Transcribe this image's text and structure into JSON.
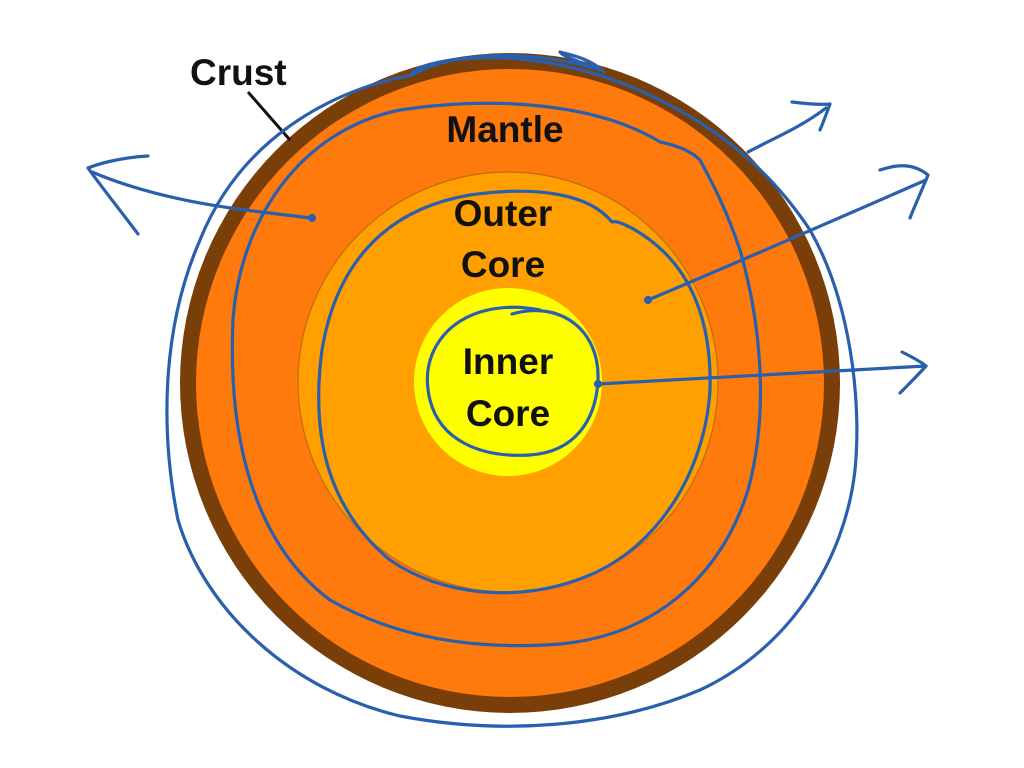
{
  "diagram": {
    "layers": [
      {
        "name": "crust",
        "label": "Crust",
        "color": "#7a3f08"
      },
      {
        "name": "mantle",
        "label": "Mantle",
        "color": "#ff7a0c"
      },
      {
        "name": "outer-core",
        "label": "Outer\nCore",
        "color": "#ffa000"
      },
      {
        "name": "inner-core",
        "label": "Inner\nCore",
        "color": "#ffff00"
      }
    ],
    "labels": {
      "crust": "Crust",
      "mantle": "Mantle",
      "outer_core_line1": "Outer",
      "outer_core_line2": "Core",
      "inner_core_line1": "Inner",
      "inner_core_line2": "Core"
    },
    "colors": {
      "crust": "#7a3f08",
      "mantle": "#ff7a0c",
      "outer_core": "#ffa000",
      "inner_core": "#ffff00",
      "annotation_ink": "#2a5fae"
    }
  }
}
